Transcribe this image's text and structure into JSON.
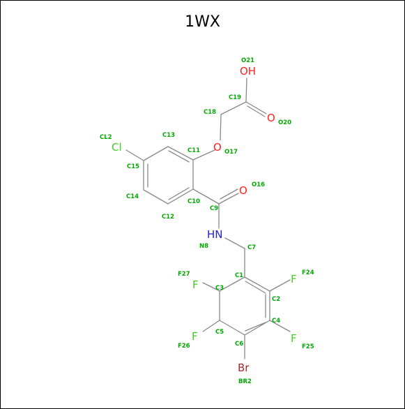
{
  "title": "1WX",
  "colors": {
    "bond": "#888888",
    "label_index": "#00aa00",
    "O": "#ff2020",
    "N": "#2020cc",
    "Cl": "#44cc22",
    "F": "#44cc22",
    "Br": "#a52a2a"
  },
  "atoms": [
    {
      "id": "O21",
      "label": "O21"
    },
    {
      "id": "OH",
      "element": "OH"
    },
    {
      "id": "C19",
      "label": "C19"
    },
    {
      "id": "C18",
      "label": "C18"
    },
    {
      "id": "O20",
      "label": "O20"
    },
    {
      "id": "O20e",
      "element": "O"
    },
    {
      "id": "CL2",
      "label": "CL2"
    },
    {
      "id": "Cl",
      "element": "Cl"
    },
    {
      "id": "C13",
      "label": "C13"
    },
    {
      "id": "C11",
      "label": "C11"
    },
    {
      "id": "O17e",
      "element": "O"
    },
    {
      "id": "O17",
      "label": "O17"
    },
    {
      "id": "C15",
      "label": "C15"
    },
    {
      "id": "O16",
      "label": "O16"
    },
    {
      "id": "O16e",
      "element": "O"
    },
    {
      "id": "C14",
      "label": "C14"
    },
    {
      "id": "C10",
      "label": "C10"
    },
    {
      "id": "C9",
      "label": "C9"
    },
    {
      "id": "C12",
      "label": "C12"
    },
    {
      "id": "HN",
      "element": "HN"
    },
    {
      "id": "N8",
      "label": "N8"
    },
    {
      "id": "C7",
      "label": "C7"
    },
    {
      "id": "F27",
      "label": "F27"
    },
    {
      "id": "C1",
      "label": "C1"
    },
    {
      "id": "F24",
      "label": "F24"
    },
    {
      "id": "F27e",
      "element": "F"
    },
    {
      "id": "C3",
      "label": "C3"
    },
    {
      "id": "F24e",
      "element": "F"
    },
    {
      "id": "C2",
      "label": "C2"
    },
    {
      "id": "C4",
      "label": "C4"
    },
    {
      "id": "C5",
      "label": "C5"
    },
    {
      "id": "F26e",
      "element": "F"
    },
    {
      "id": "F25e",
      "element": "F"
    },
    {
      "id": "C6",
      "label": "C6"
    },
    {
      "id": "F26",
      "label": "F26"
    },
    {
      "id": "F25",
      "label": "F25"
    },
    {
      "id": "Bre",
      "element": "Br"
    },
    {
      "id": "BR2",
      "label": "BR2"
    }
  ]
}
